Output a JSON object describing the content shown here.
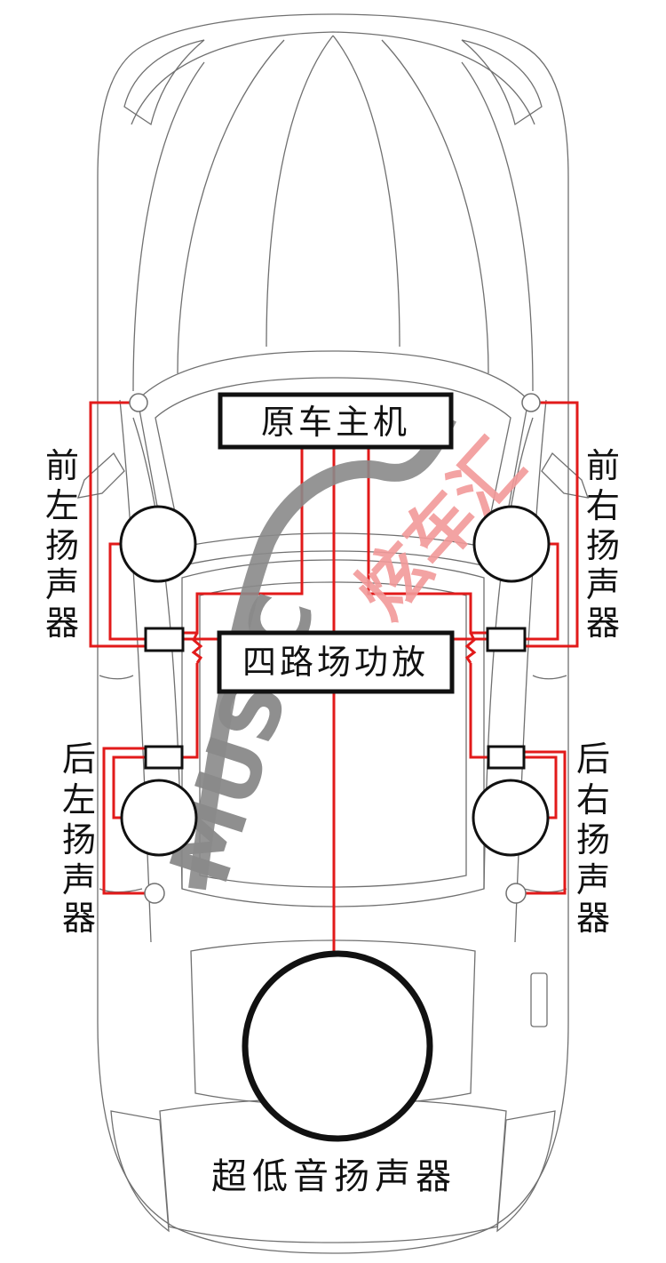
{
  "head_unit": {
    "label": "原车主机"
  },
  "amplifier": {
    "label": "四路场功放"
  },
  "speakers": {
    "front_left": [
      "前",
      "左",
      "扬",
      "声",
      "器"
    ],
    "front_right": [
      "前",
      "右",
      "扬",
      "声",
      "器"
    ],
    "rear_left": [
      "后",
      "左",
      "扬",
      "声",
      "器"
    ],
    "rear_right": [
      "后",
      "右",
      "扬",
      "声",
      "器"
    ]
  },
  "subwoofer": {
    "label": "超低音扬声器"
  },
  "watermark": {
    "latin": "MUSIC",
    "cjk": "炫车汇"
  },
  "colors": {
    "wire": "#e21a1a",
    "outline": "#111111",
    "car_line": "#6e6e6e",
    "watermark_gray": "#8a8a8a",
    "watermark_red": "#f29a9a"
  }
}
